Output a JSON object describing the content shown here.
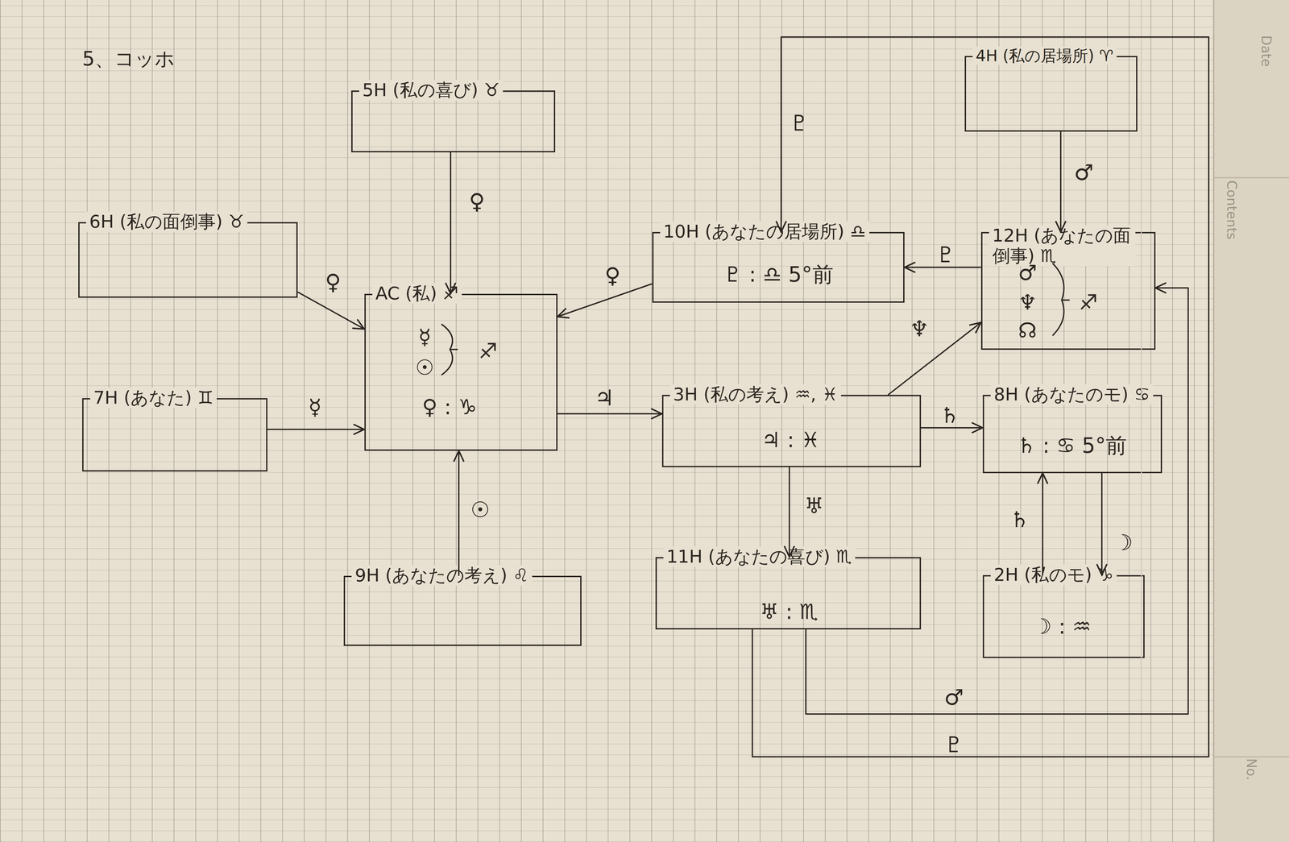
{
  "diagram": {
    "title": "5、コッホ",
    "nodes": [
      {
        "text": [
          "5H (私の喜び) ♉"
        ]
      },
      {
        "text": [
          "4H (私の居場所) ♈"
        ]
      },
      {
        "text": [
          "6H (私の面倒事) ♉"
        ]
      },
      {
        "text": [
          "10H (あなたの居場所) ♎",
          "♇ : ♎ 5°前"
        ]
      },
      {
        "text": [
          "12H (あなたの面倒事) ♏",
          "♂",
          "♆",
          "☊",
          "♐"
        ]
      },
      {
        "text": [
          "AC (私) ♐",
          "☿",
          "☉",
          "♐",
          "♀ : ♑"
        ]
      },
      {
        "text": [
          "7H (あなた) ♊"
        ]
      },
      {
        "text": [
          "3H (私の考え) ♒, ♓",
          "♃ : ♓"
        ]
      },
      {
        "text": [
          "8H (あなたのモ) ♋",
          "♄ : ♋ 5°前"
        ]
      },
      {
        "text": [
          "9H (あなたの考え) ♌"
        ]
      },
      {
        "text": [
          "11H (あなたの喜び) ♏",
          "♅ : ♏"
        ]
      },
      {
        "text": [
          "2H (私のモ) ♑",
          "☽ : ♒"
        ]
      }
    ],
    "edges": [
      {
        "from": 0,
        "to": 5,
        "arrow": "to",
        "label": "♀"
      },
      {
        "from": 2,
        "to": 5,
        "arrow": "to",
        "label": "♀"
      },
      {
        "from": 6,
        "to": 5,
        "arrow": "to",
        "label": "☿"
      },
      {
        "from": 9,
        "to": 5,
        "arrow": "to",
        "label": "☉"
      },
      {
        "from": 3,
        "to": 5,
        "arrow": "to",
        "label": "♀"
      },
      {
        "from": 5,
        "to": 7,
        "arrow": "to",
        "label": "♃"
      },
      {
        "from": 7,
        "to": 4,
        "arrow": "to",
        "label": "♆"
      },
      {
        "from": 7,
        "to": 8,
        "arrow": "to",
        "label": "♄"
      },
      {
        "from": 7,
        "to": 10,
        "arrow": "to",
        "label": "♅"
      },
      {
        "from": 4,
        "to": 3,
        "arrow": "to",
        "label": "♇"
      },
      {
        "from": 1,
        "to": 4,
        "arrow": "to",
        "label": "♂"
      },
      {
        "from": 10,
        "to": 3,
        "arrow": "to",
        "label": "♇"
      },
      {
        "from": 10,
        "to": 4,
        "arrow": "to",
        "label": "♂"
      },
      {
        "from": 11,
        "to": 8,
        "arrow": "to",
        "label": "♄"
      },
      {
        "from": 8,
        "to": 11,
        "arrow": "to",
        "label": "☽"
      }
    ],
    "labels": [
      "♇",
      "Date",
      "Contents",
      "No."
    ]
  }
}
